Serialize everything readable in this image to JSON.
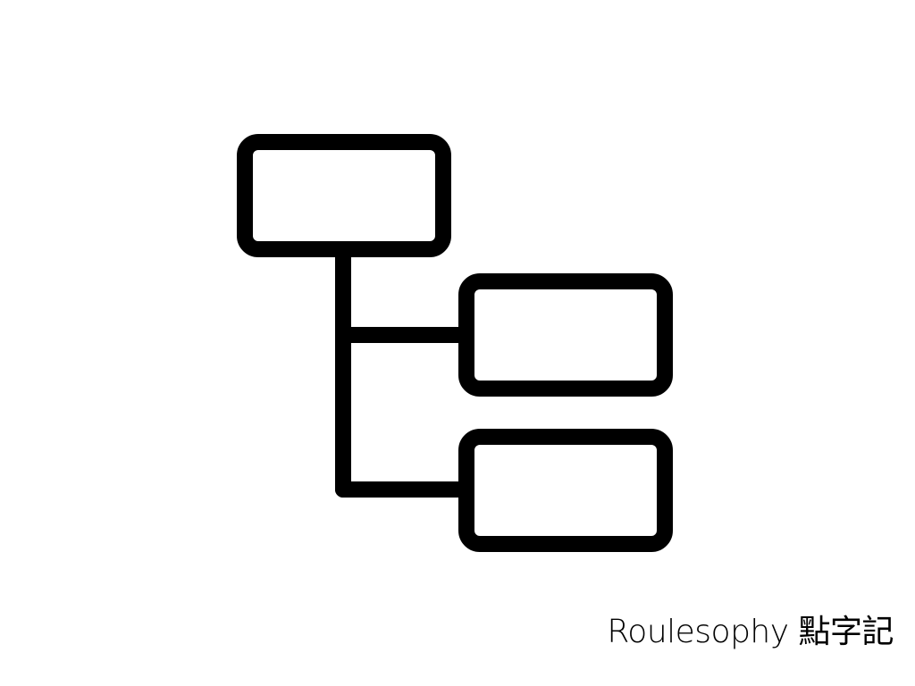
{
  "diagram": {
    "icon": "hierarchy-tree-icon",
    "stroke_color": "#000000",
    "background_color": "#ffffff",
    "nodes": [
      "parent-node",
      "child-node-1",
      "child-node-2"
    ]
  },
  "watermark": {
    "text": "Roulesophy 點字記"
  }
}
